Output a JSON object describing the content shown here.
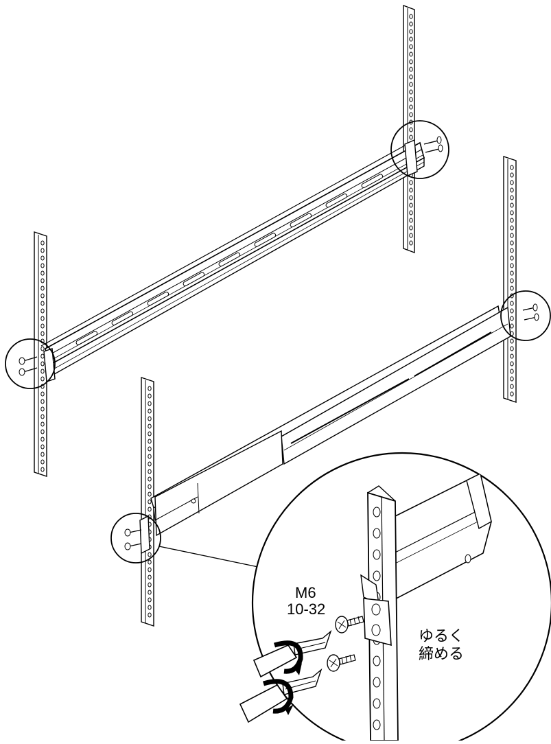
{
  "callout": {
    "screw_size_metric": "M6",
    "screw_size_imperial": "10-32",
    "instruction_line1": "ゆるく",
    "instruction_line2": "締める"
  },
  "colors": {
    "line": "#000000",
    "fill": "#ffffff",
    "shade": "#cfcfcf"
  }
}
